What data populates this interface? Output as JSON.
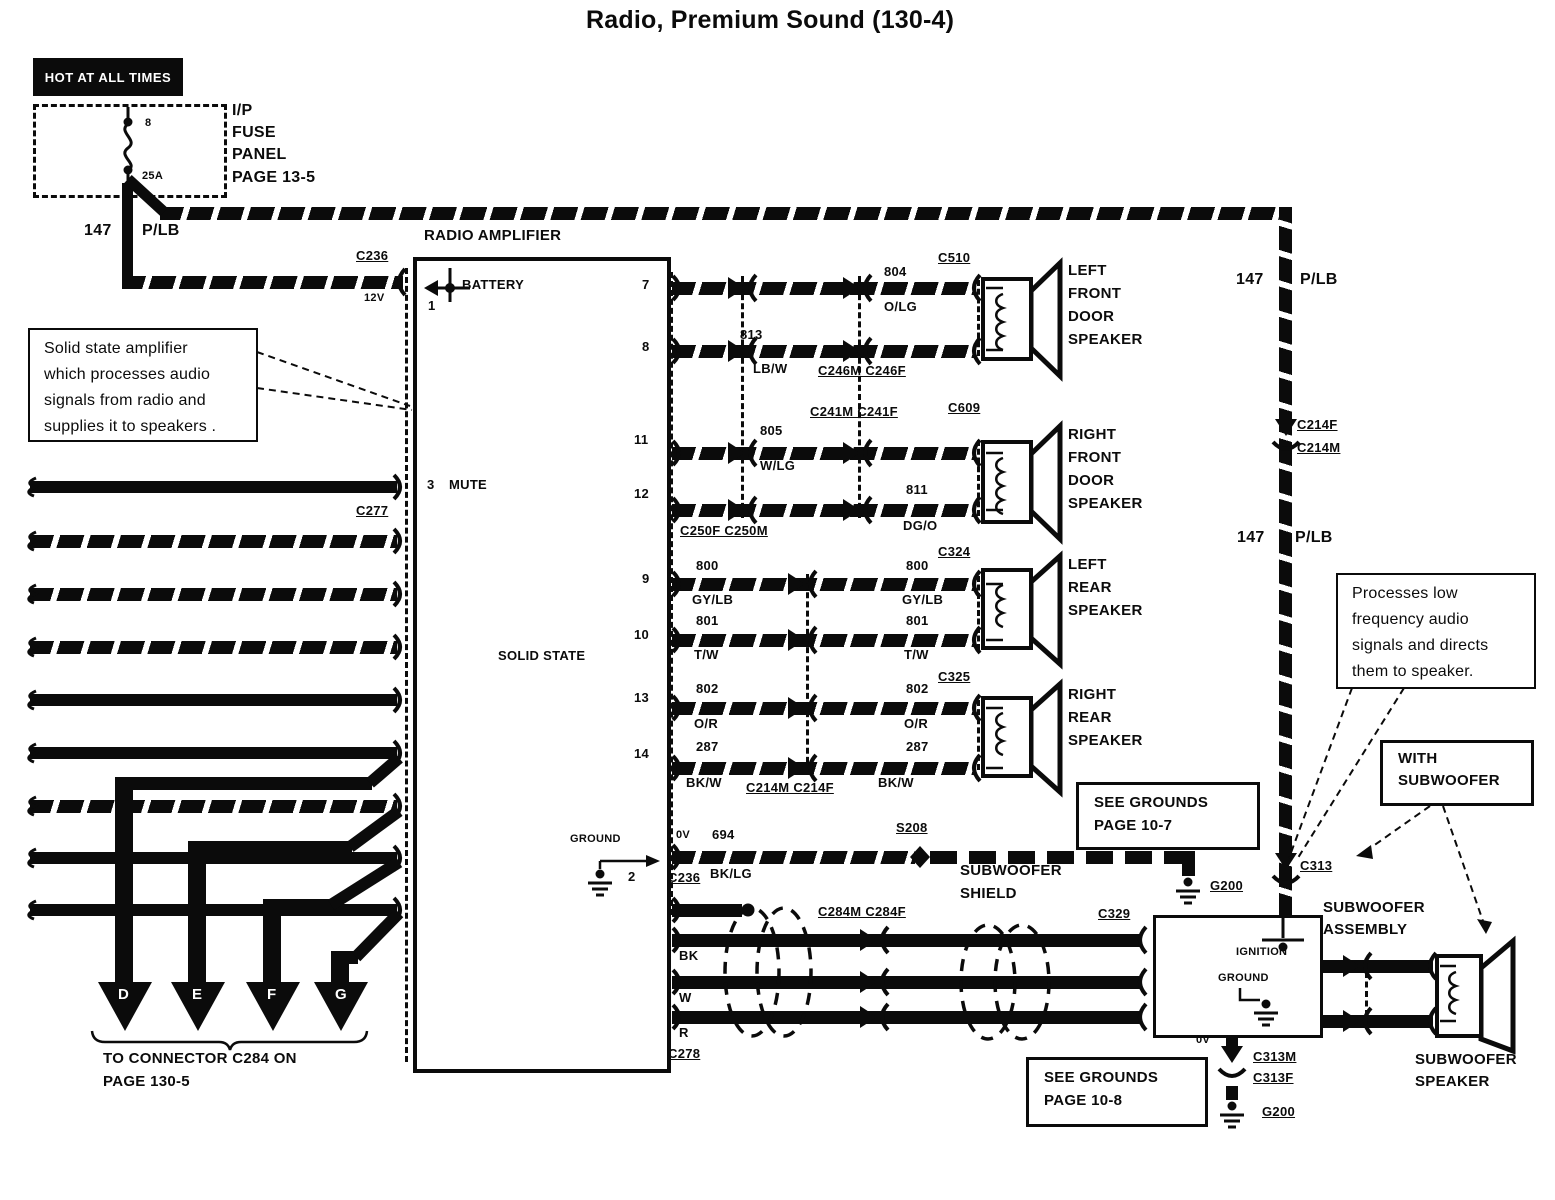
{
  "title": "Radio, Premium Sound (130-4)",
  "power": {
    "hot": "HOT AT ALL TIMES",
    "panel": [
      "I/P",
      "FUSE",
      "PANEL",
      "PAGE 13-5"
    ],
    "fuse_id": "8",
    "fuse_rating": "25A",
    "circuit": "147",
    "color": "P/LB",
    "voltage": "12V",
    "connector": "C236"
  },
  "amp": {
    "name": "RADIO AMPLIFIER",
    "type": "SOLID STATE",
    "battery": "BATTERY",
    "mute": "MUTE",
    "ground": "GROUND",
    "pin1": "1",
    "pin2": "2",
    "pin3": "3",
    "conn_left": "C277",
    "conn_right": "C236",
    "conn_bottom": "C278",
    "note": [
      "Solid state amplifier",
      "which processes audio",
      "signals from radio and",
      "supplies it to speakers ."
    ]
  },
  "rows": {
    "r7": {
      "pin": "7",
      "circuit": "804",
      "color": "O/LG"
    },
    "r8": {
      "pin": "8",
      "circuit": "813",
      "color": "LB/W"
    },
    "r11": {
      "pin": "11",
      "circuit": "805",
      "color": "W/LG"
    },
    "r12": {
      "pin": "12",
      "circuit": "811",
      "color": "DG/O"
    },
    "r9": {
      "pin": "9",
      "circuit": "800",
      "color": "GY/LB"
    },
    "r10": {
      "pin": "10",
      "circuit": "801",
      "color": "T/W"
    },
    "r13": {
      "pin": "13",
      "circuit": "802",
      "color": "O/R"
    },
    "r14": {
      "pin": "14",
      "circuit": "287",
      "color": "BK/W"
    },
    "gnd": {
      "pin": "2",
      "volts": "0V",
      "circuit": "694",
      "color": "BK/LG"
    }
  },
  "conns": {
    "c510": "C510",
    "c609": "C609",
    "c324": "C324",
    "c325": "C325",
    "c246": "C246M C246F",
    "c241": "C241M C241F",
    "c250": "C250F C250M",
    "c214": "C214M C214F",
    "c214f": "C214F",
    "c214m": "C214M",
    "c284": "C284M C284F",
    "c329": "C329",
    "c313": "C313",
    "c313m": "C313M",
    "c313f": "C313F",
    "s208": "S208",
    "g200": "G200"
  },
  "speakers": {
    "lf": [
      "LEFT",
      "FRONT",
      "DOOR",
      "SPEAKER"
    ],
    "rf": [
      "RIGHT",
      "FRONT",
      "DOOR",
      "SPEAKER"
    ],
    "lr": [
      "LEFT",
      "REAR",
      "SPEAKER"
    ],
    "rr": [
      "RIGHT",
      "REAR",
      "SPEAKER"
    ]
  },
  "sub": {
    "shield": [
      "SUBWOOFER",
      "SHIELD"
    ],
    "assembly": [
      "SUBWOOFER",
      "ASSEMBLY"
    ],
    "speaker": [
      "SUBWOOFER",
      "SPEAKER"
    ],
    "with": [
      "WITH",
      "SUBWOOFER"
    ],
    "ignition": "IGNITION",
    "ground": "GROUND",
    "volts": "0V",
    "wire_bk": "BK",
    "wire_w": "W",
    "wire_r": "R",
    "note": [
      "Processes low",
      "frequency audio",
      "signals and directs",
      "them to speaker."
    ]
  },
  "grounds": {
    "g7": [
      "SEE GROUNDS",
      "PAGE 10-7"
    ],
    "g8": [
      "SEE GROUNDS",
      "PAGE 10-8"
    ]
  },
  "bottom": {
    "plugs": [
      "D",
      "E",
      "F",
      "G"
    ],
    "caption": [
      "TO CONNECTOR C284 ON",
      "PAGE 130-5"
    ]
  }
}
